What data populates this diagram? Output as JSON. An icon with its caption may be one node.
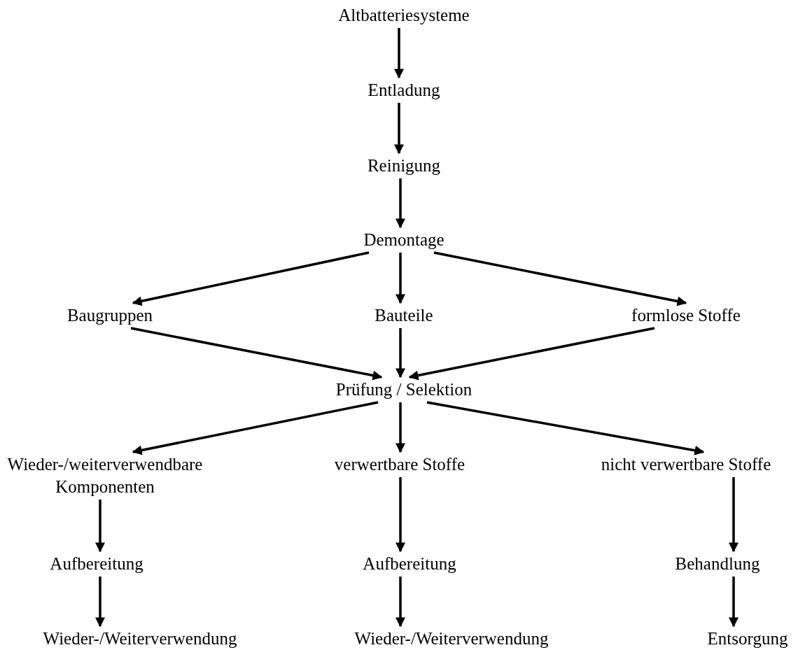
{
  "diagram": {
    "nodes": [
      {
        "text": [
          "Altbatteriesysteme"
        ]
      },
      {
        "text": [
          "Entladung"
        ]
      },
      {
        "text": [
          "Reinigung"
        ]
      },
      {
        "text": [
          "Demontage"
        ]
      },
      {
        "text": [
          "Baugruppen"
        ]
      },
      {
        "text": [
          "Bauteile"
        ]
      },
      {
        "text": [
          "formlose Stoffe"
        ]
      },
      {
        "text": [
          "Prüfung / Selektion"
        ]
      },
      {
        "text": [
          "Wieder-/weiterverwendbare Komponenten"
        ]
      },
      {
        "text": [
          "verwertbare Stoffe"
        ]
      },
      {
        "text": [
          "nicht verwertbare Stoffe"
        ]
      },
      {
        "text": [
          "Aufbereitung"
        ]
      },
      {
        "text": [
          "Aufbereitung"
        ]
      },
      {
        "text": [
          "Behandlung"
        ]
      },
      {
        "text": [
          "Wieder-/Weiterverwendung"
        ]
      },
      {
        "text": [
          "Wieder-/Weiterverwendung"
        ]
      },
      {
        "text": [
          "Entsorgung"
        ]
      }
    ],
    "edges": [
      {
        "from": 0,
        "to": 1,
        "arrow": "to"
      },
      {
        "from": 1,
        "to": 2,
        "arrow": "to"
      },
      {
        "from": 2,
        "to": 3,
        "arrow": "to"
      },
      {
        "from": 3,
        "to": 4,
        "arrow": "to"
      },
      {
        "from": 3,
        "to": 5,
        "arrow": "to"
      },
      {
        "from": 3,
        "to": 6,
        "arrow": "to"
      },
      {
        "from": 4,
        "to": 7,
        "arrow": "to"
      },
      {
        "from": 5,
        "to": 7,
        "arrow": "to"
      },
      {
        "from": 6,
        "to": 7,
        "arrow": "to"
      },
      {
        "from": 7,
        "to": 8,
        "arrow": "to"
      },
      {
        "from": 7,
        "to": 9,
        "arrow": "to"
      },
      {
        "from": 7,
        "to": 10,
        "arrow": "to"
      },
      {
        "from": 8,
        "to": 11,
        "arrow": "to"
      },
      {
        "from": 9,
        "to": 12,
        "arrow": "to"
      },
      {
        "from": 10,
        "to": 13,
        "arrow": "to"
      },
      {
        "from": 11,
        "to": 14,
        "arrow": "to"
      },
      {
        "from": 12,
        "to": 15,
        "arrow": "to"
      },
      {
        "from": 13,
        "to": 16,
        "arrow": "to"
      }
    ]
  }
}
